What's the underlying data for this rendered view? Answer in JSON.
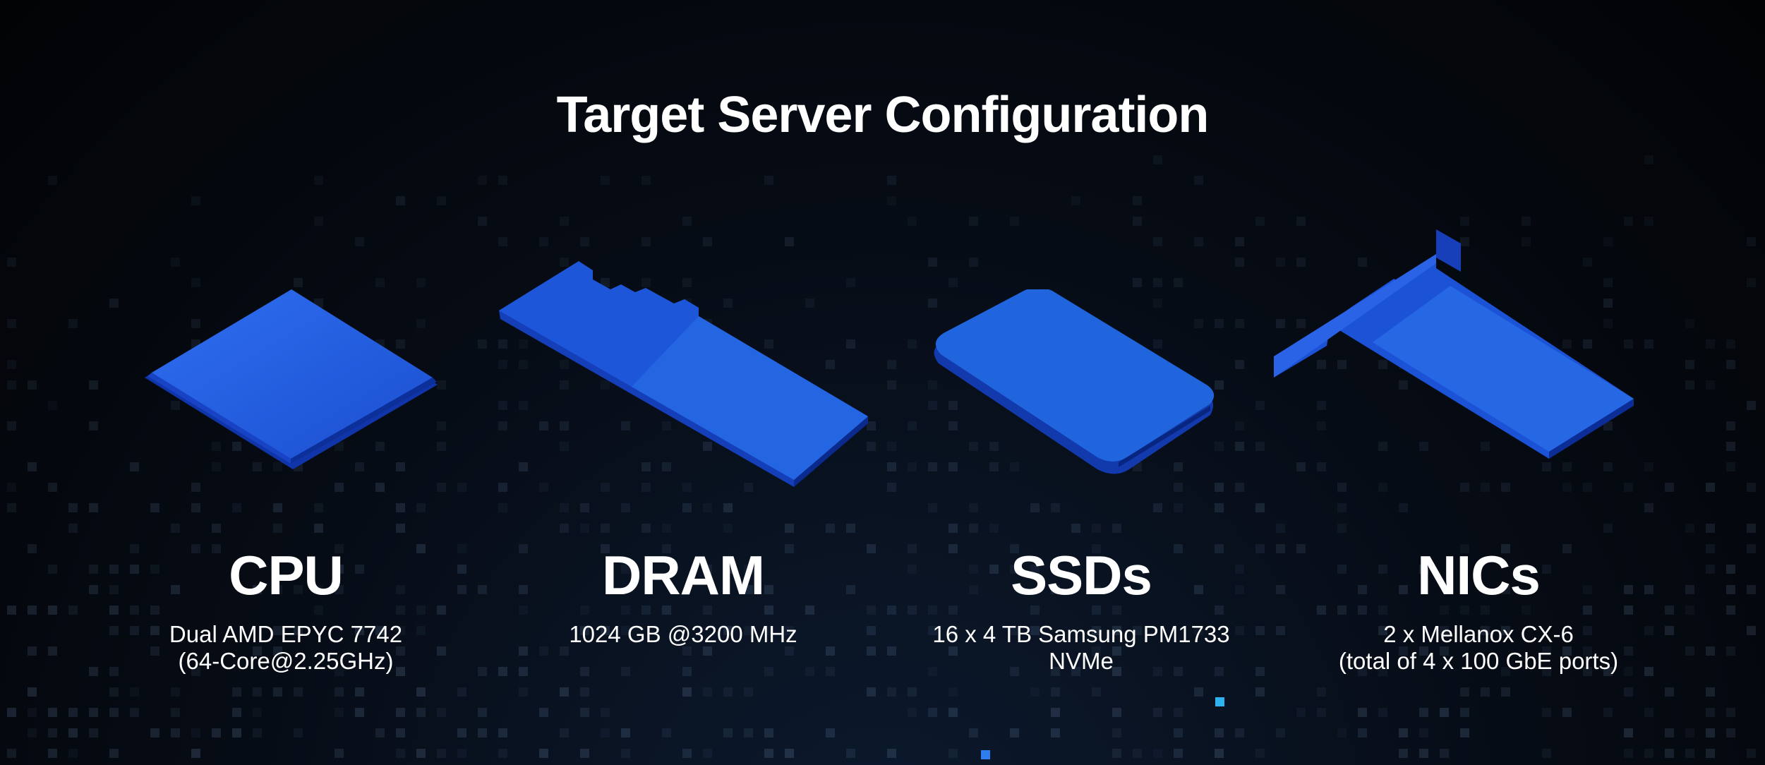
{
  "title": "Target Server Configuration",
  "accent_color": "#1f58d6",
  "items": [
    {
      "name": "CPU",
      "description": "Dual AMD EPYC 7742\n(64-Core@2.25GHz)",
      "icon": "cpu-chip-icon"
    },
    {
      "name": "DRAM",
      "description": "1024 GB @3200 MHz",
      "icon": "dram-module-icon"
    },
    {
      "name": "SSDs",
      "description": "16 x 4 TB Samsung PM1733\nNVMe",
      "icon": "ssd-drive-icon"
    },
    {
      "name": "NICs",
      "description": "2 x Mellanox CX-6\n(total of 4 x 100 GbE ports)",
      "icon": "nic-card-icon"
    }
  ]
}
